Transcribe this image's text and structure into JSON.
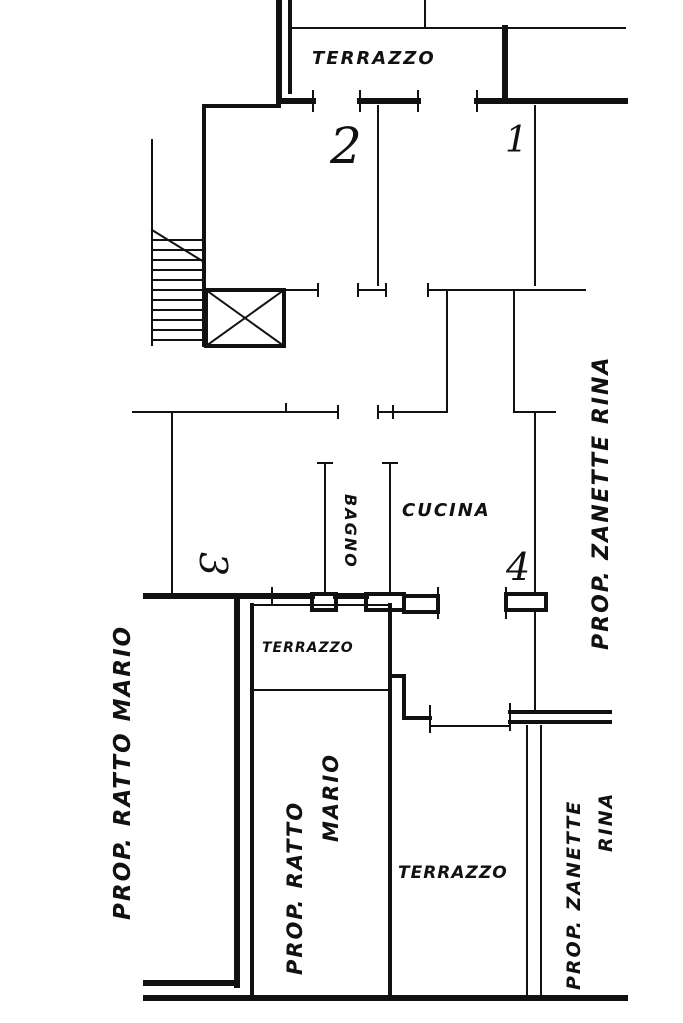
{
  "labels": {
    "terrazzo_top": "TERRAZZO",
    "terrazzo_mid": "TERRAZZO",
    "terrazzo_bottom": "TERRAZZO",
    "cucina": "CUCINA",
    "bagno": "BAGNO",
    "room_1": "1",
    "room_2": "2",
    "room_3": "3",
    "room_4": "4",
    "prop_ratto_mario_outer": "PROP.   RATTO   MARIO",
    "prop_ratto_mario_inner_1": "PROP.   RATTO",
    "prop_ratto_mario_inner_2": "MARIO",
    "prop_zanette_rina_upper": "PROP.  ZANETTE  RINA",
    "prop_zanette_rina_lower_1": "PROP.  ZANETTE",
    "prop_zanette_rina_lower_2": "RINA"
  }
}
